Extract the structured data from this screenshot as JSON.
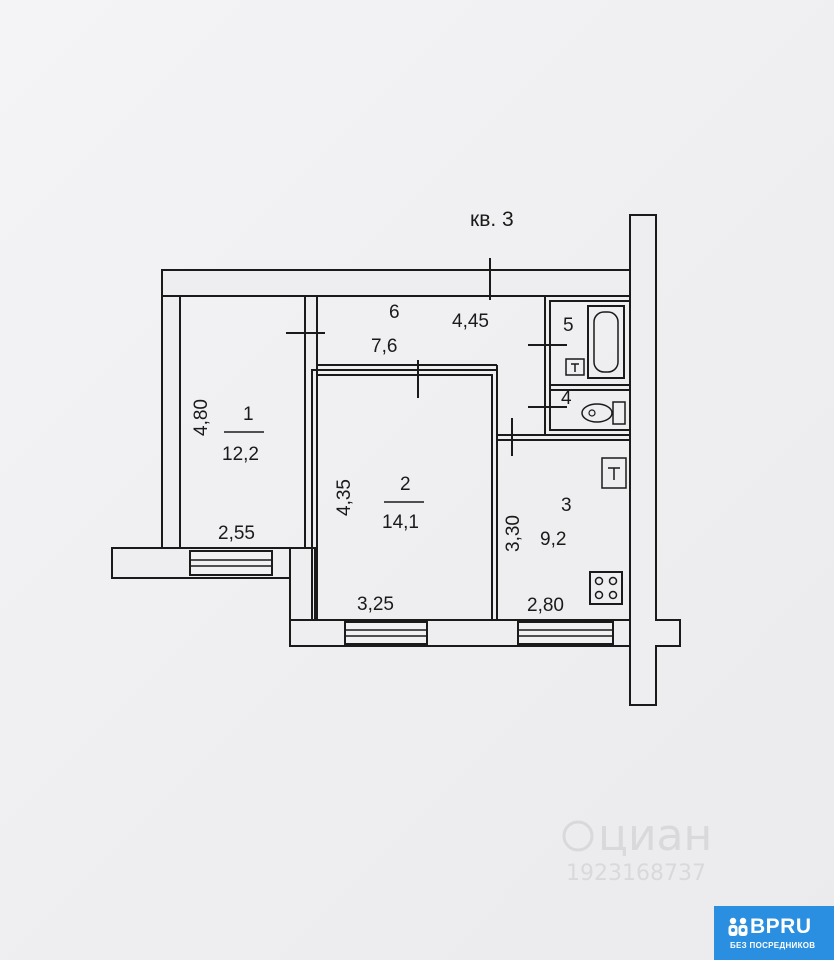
{
  "plan": {
    "apartment_label": "кв. 3",
    "rooms": [
      {
        "number": "1",
        "area": "12,2",
        "width": "2,55",
        "length": "4,80"
      },
      {
        "number": "2",
        "area": "14,1",
        "width": "3,25",
        "length": "4,35"
      },
      {
        "number": "3",
        "area": "9,2",
        "width": "2,80",
        "length": "3,30"
      },
      {
        "number": "4"
      },
      {
        "number": "5"
      },
      {
        "number": "6",
        "area": "7,6",
        "length": "4,45"
      }
    ]
  },
  "watermark": {
    "brand": "циан",
    "id": "1923168737"
  },
  "badge": {
    "brand": "BPRU",
    "tagline": "БЕЗ ПОСРЕДНИКОВ",
    "color": "#2a8fe0"
  }
}
